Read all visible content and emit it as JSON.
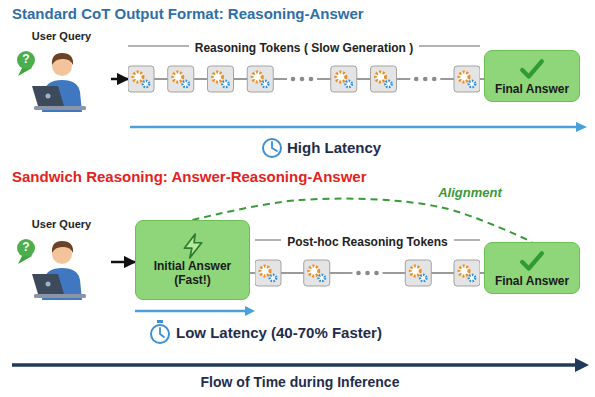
{
  "diagram": {
    "nodes": [
      {
        "text": [
          "User Query"
        ]
      },
      {
        "text": [
          "Reasoning Tokens ( Slow Generation )"
        ]
      },
      {
        "text": [
          "Final Answer"
        ]
      },
      {
        "text": [
          "User Query"
        ]
      },
      {
        "text": [
          "Initial Answer (Fast!)"
        ]
      },
      {
        "text": [
          "Post-hoc Reasoning Tokens"
        ]
      },
      {
        "text": [
          "Final Answer"
        ]
      }
    ],
    "edges": [
      {
        "from": 0,
        "to": 1,
        "arrow": "to"
      },
      {
        "from": 1,
        "to": 2,
        "arrow": "none"
      },
      {
        "from": 3,
        "to": 4,
        "arrow": "to"
      },
      {
        "from": 4,
        "to": 5,
        "arrow": "none"
      },
      {
        "from": 5,
        "to": 6,
        "arrow": "none"
      },
      {
        "from": 4,
        "to": 6,
        "label": "Alignment",
        "arrow": "none"
      }
    ],
    "labels": [
      "Standard CoT Output Format: Reasoning-Answer",
      "?",
      "High Latency",
      "Sandwich Reasoning: Answer-Reasoning-Answer",
      "?",
      "Low Latency (40-70% Faster)",
      "Flow of Time during Inference"
    ]
  }
}
